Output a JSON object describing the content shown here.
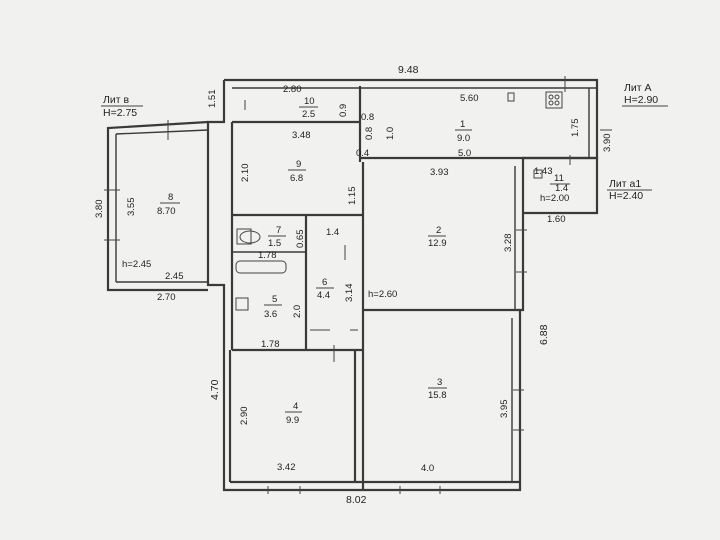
{
  "labels": {
    "overall_length": "9.48",
    "overall_bottom": "8.02",
    "left_height": "4.70",
    "right_height": "6.88",
    "lit_a": {
      "title": "Лит А",
      "height": "H=2.90"
    },
    "lit_v": {
      "title": "Лит в",
      "height": "H=2.75"
    },
    "lit_a1": {
      "title": "Лит а1",
      "height": "H=2.40"
    },
    "dim_1_51": "1.51",
    "dim_3_90": "3.90",
    "dim_0_9": "0.9",
    "dim_0_8": "0.8",
    "dim_1_0": "1.0",
    "dim_0_4": "0.4",
    "dim_5_0": "5.0",
    "dim_1_75": "1.75",
    "dim_1_43": "1.43",
    "dim_1_60": "1.60",
    "dim_3_80": "3.80",
    "dim_3_55": "3.55",
    "dim_2_70": "2.70",
    "dim_2_45": "2.45",
    "h_2_45": "h=2.45",
    "dim_2_10": "2.10",
    "dim_1_15": "1.15",
    "dim_1_4": "1.4",
    "dim_0_65": "0.65",
    "dim_3_93": "3.93",
    "dim_3_28": "3.28",
    "dim_3_14": "3.14",
    "h_2_60": "h=2.60",
    "dim_2_0": "2.0",
    "dim_1_78": "1.78",
    "dim_1_78b": "1.78",
    "dim_2_90": "2.90",
    "dim_3_42": "3.42",
    "dim_4_0": "4.0",
    "dim_3_95": "3.95"
  },
  "rooms": [
    {
      "number": "1",
      "area": "9.0",
      "dim": "5.60"
    },
    {
      "number": "2",
      "area": "12.9"
    },
    {
      "number": "3",
      "area": "15.8"
    },
    {
      "number": "4",
      "area": "9.9"
    },
    {
      "number": "5",
      "area": "3.6"
    },
    {
      "number": "6",
      "area": "4.4"
    },
    {
      "number": "7",
      "area": "1.5"
    },
    {
      "number": "8",
      "area": "8.70"
    },
    {
      "number": "9",
      "area": "6.8",
      "dim": "3.48"
    },
    {
      "number": "10",
      "area": "2.5",
      "dim": "2.80"
    },
    {
      "number": "11",
      "area": "1.4",
      "dim": "h=2.00"
    }
  ]
}
